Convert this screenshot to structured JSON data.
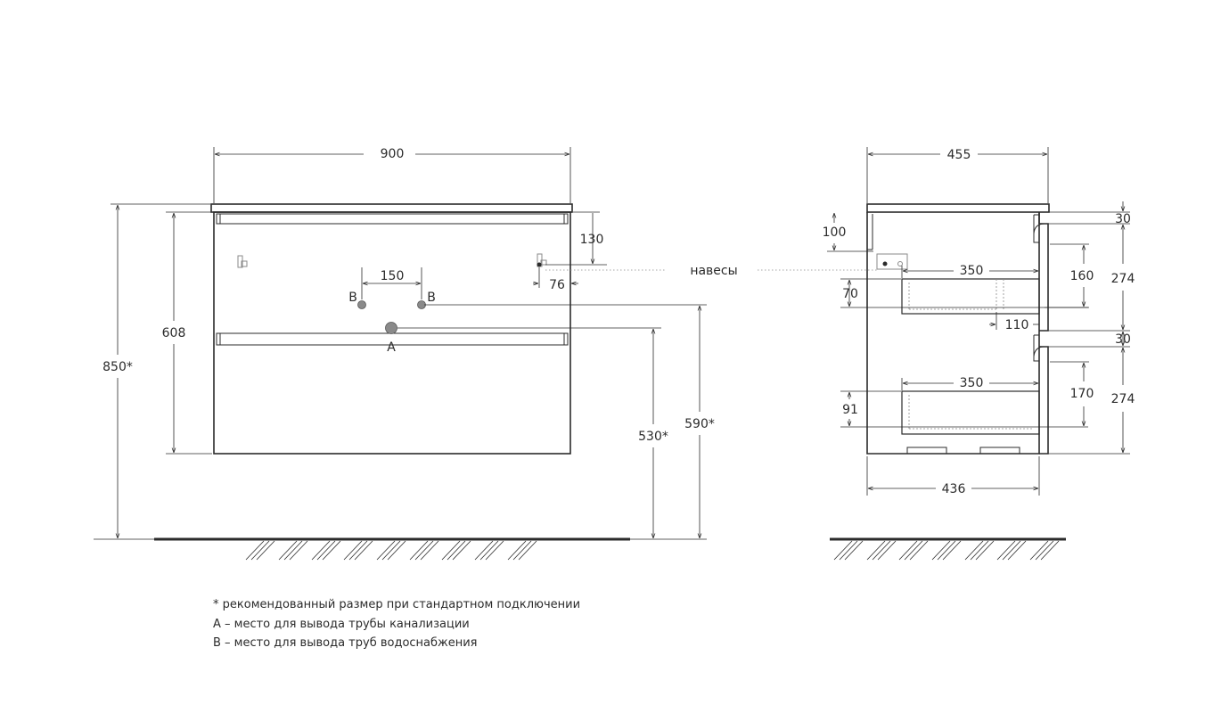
{
  "front_view": {
    "width": "900",
    "height_total": "850*",
    "body_height": "608",
    "hinge_offset_v": "130",
    "hinge_offset_h": "76",
    "water_spacing": "150",
    "drain_height": "530*",
    "water_height": "590*",
    "label_b_left": "B",
    "label_b_right": "B",
    "label_a": "A"
  },
  "side_view": {
    "depth_top": "455",
    "depth_bottom": "436",
    "top_gap_1": "30",
    "drawer_1": "274",
    "top_gap_2": "30",
    "drawer_2": "274",
    "hinge_drop": "100",
    "inner_depth_1": "350",
    "inner_depth_2": "350",
    "inner_h_1": "70",
    "inner_h_2": "91",
    "clear_1": "160",
    "clear_2": "170",
    "siphon_cut": "110"
  },
  "hinges_label": "навесы",
  "notes": [
    "* рекомендованный размер при стандартном подключении",
    "А – место для вывода трубы канализации",
    "В – место для вывода труб водоснабжения"
  ],
  "colors": {
    "line": "#2b2b2b",
    "fixture": "#8a8a8a"
  }
}
